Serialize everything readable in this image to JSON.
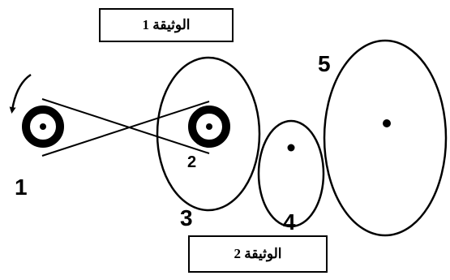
{
  "documents": [
    {
      "label": "الوثيقة 1"
    },
    {
      "label": "الوثيقة 2"
    }
  ],
  "wheels": [
    {
      "number": "1"
    },
    {
      "number": "2"
    },
    {
      "number": "3"
    },
    {
      "number": "4"
    },
    {
      "number": "5"
    }
  ],
  "rotation": "counterclockwise",
  "belt": "crossed",
  "colors": {
    "stroke": "#000000",
    "background": "#ffffff"
  }
}
